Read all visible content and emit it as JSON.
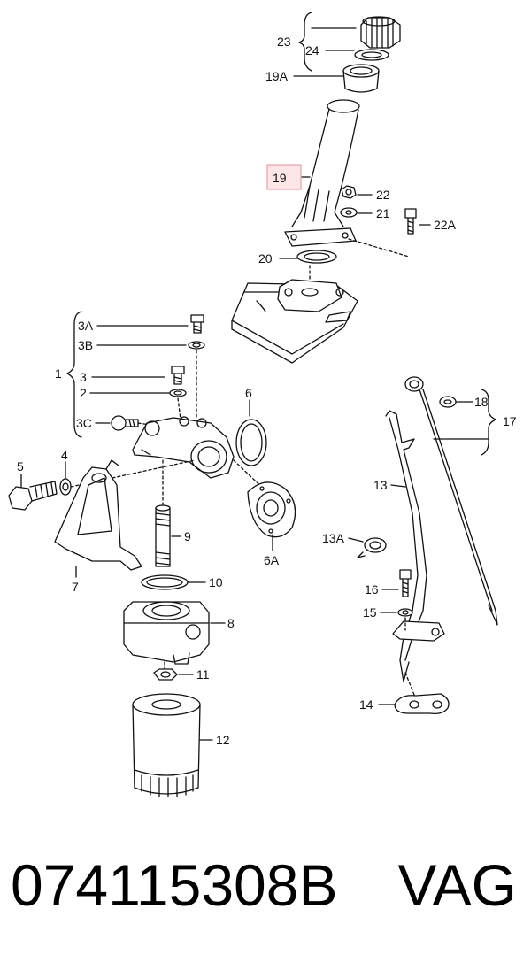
{
  "diagram": {
    "labels": {
      "l23": "23",
      "l24": "24",
      "l19A": "19A",
      "l19": "19",
      "l22": "22",
      "l21": "21",
      "l22A": "22A",
      "l20": "20",
      "l3A": "3A",
      "l3B": "3B",
      "l1": "1",
      "l3": "3",
      "l2": "2",
      "l3C": "3C",
      "l6": "6",
      "l5": "5",
      "l4": "4",
      "l9": "9",
      "l6A": "6A",
      "l7": "7",
      "l10": "10",
      "l8": "8",
      "l11": "11",
      "l12": "12",
      "l18": "18",
      "l17": "17",
      "l13": "13",
      "l13A": "13A",
      "l16": "16",
      "l15": "15",
      "l14": "14"
    },
    "highlight_label_color": "#e8a0a6",
    "highlight_fill_color": "#fde6e8",
    "line_color": "#111111"
  },
  "footer": {
    "part_number": "074115308B",
    "brand": "VAG"
  }
}
